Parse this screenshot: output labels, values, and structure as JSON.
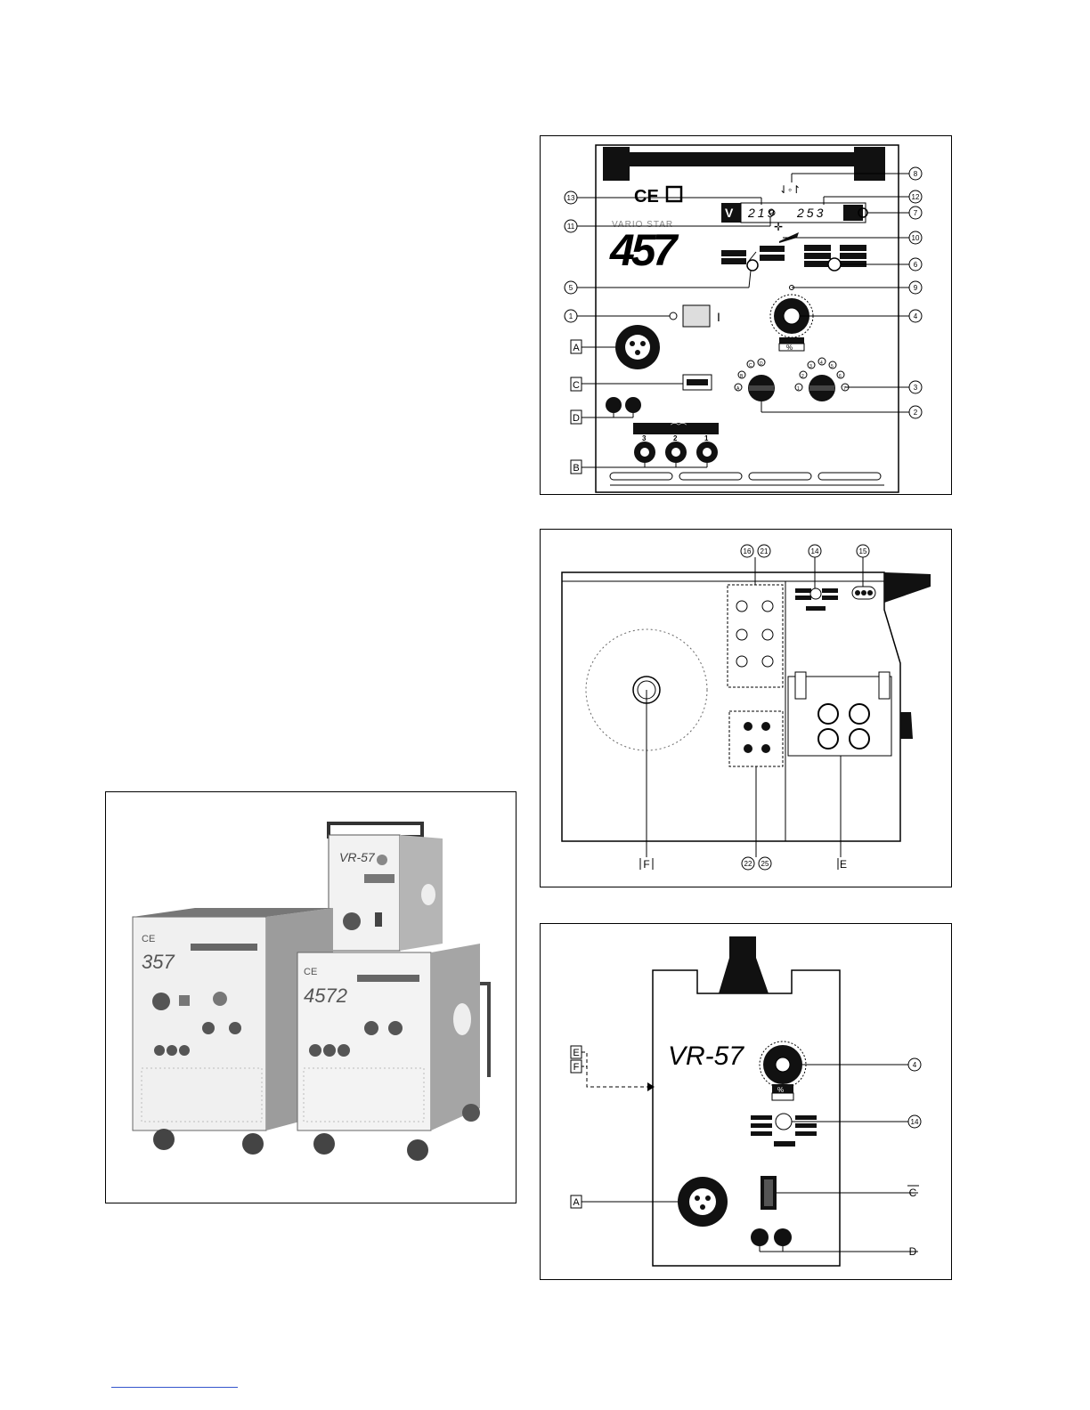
{
  "front_panel": {
    "brand": "VARIO STAR",
    "model": "457",
    "ce_mark": "CE",
    "v_display": "V",
    "readout_left": "219",
    "readout_right": "253",
    "switch_on_label": "I",
    "callouts": [
      "1",
      "2",
      "3",
      "4",
      "5",
      "6",
      "7",
      "8",
      "9",
      "10",
      "11",
      "12",
      "13"
    ],
    "letters": [
      "A",
      "B",
      "C",
      "D"
    ],
    "socket_numbers": [
      "3",
      "2",
      "1"
    ],
    "knob2_positions": [
      "A",
      "B",
      "C",
      "D"
    ],
    "knob3_positions": [
      "1",
      "2",
      "3",
      "4",
      "5",
      "6",
      "7"
    ],
    "pct_label": "%"
  },
  "side_panel": {
    "callouts": [
      "16",
      "21",
      "14",
      "15",
      "22",
      "25"
    ],
    "letters": [
      "F",
      "E"
    ]
  },
  "feeder_panel": {
    "model": "VR-57",
    "pct_label": "%",
    "callouts": [
      "4",
      "14"
    ],
    "letters": [
      "E",
      "F",
      "A",
      "C",
      "D"
    ]
  },
  "photo": {
    "unit_left": "357",
    "unit_right": "4572",
    "feeder": "VR-57",
    "ce_mark": "CE"
  }
}
